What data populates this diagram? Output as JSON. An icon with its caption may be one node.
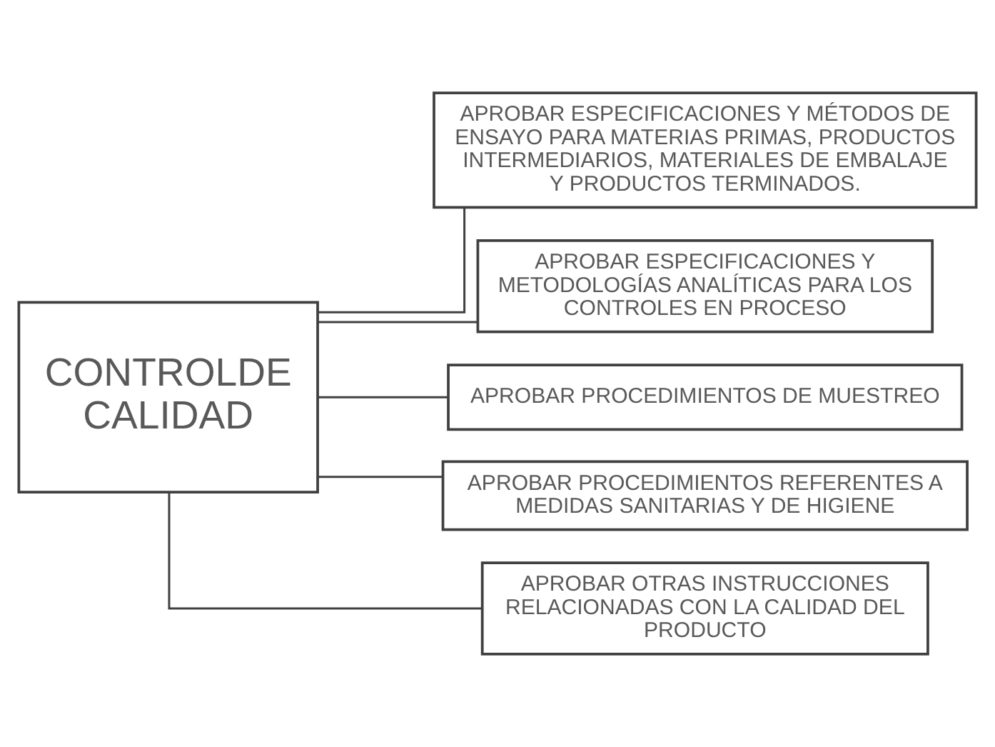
{
  "diagram": {
    "nodes": [
      {
        "text": [
          "CONTROLDE CALIDAD"
        ]
      },
      {
        "text": [
          "APROBAR ESPECIFICACIONES Y MÉTODOS DE ENSAYO PARA MATERIAS PRIMAS, PRODUCTOS INTERMEDIARIOS, MATERIALES DE EMBALAJE Y PRODUCTOS TERMINADOS."
        ]
      },
      {
        "text": [
          "APROBAR ESPECIFICACIONES Y METODOLOGÍAS ANALÍTICAS PARA LOS CONTROLES EN PROCESO"
        ]
      },
      {
        "text": [
          "APROBAR PROCEDIMIENTOS DE MUESTREO"
        ]
      },
      {
        "text": [
          "APROBAR PROCEDIMIENTOS REFERENTES A MEDIDAS SANITARIAS Y DE HIGIENE"
        ]
      },
      {
        "text": [
          "APROBAR OTRAS INSTRUCCIONES RELACIONADAS CON LA CALIDAD DEL PRODUCTO"
        ]
      }
    ],
    "edges": [
      {
        "from": 0,
        "to": 1,
        "arrow": "none"
      },
      {
        "from": 0,
        "to": 2,
        "arrow": "none"
      },
      {
        "from": 0,
        "to": 3,
        "arrow": "none"
      },
      {
        "from": 0,
        "to": 4,
        "arrow": "none"
      },
      {
        "from": 0,
        "to": 5,
        "arrow": "none"
      }
    ]
  }
}
